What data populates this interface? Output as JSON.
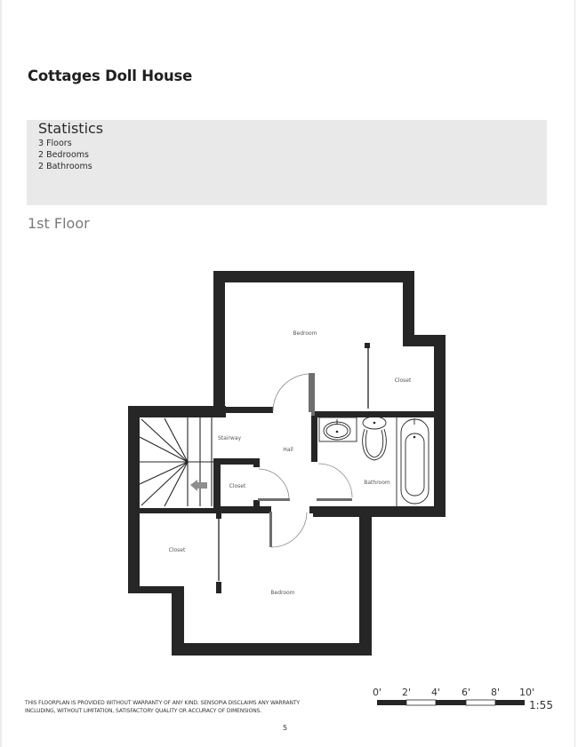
{
  "document": {
    "title": "Cottages Doll House",
    "statistics": {
      "heading": "Statistics",
      "items": [
        "3 Floors",
        "2 Bedrooms",
        "2 Bathrooms"
      ]
    },
    "floor_title": "1st Floor",
    "rooms": {
      "bedroom_upper": "Bedroom",
      "closet_upper_right": "Closet",
      "stairway": "Stairway",
      "hall": "Hall",
      "closet_hall": "Closet",
      "bathroom": "Bathroom",
      "closet_lower_left": "Closet",
      "bedroom_lower": "Bedroom"
    },
    "scale_bar": {
      "labels": [
        "0'",
        "2'",
        "4'",
        "6'",
        "8'",
        "10'"
      ],
      "ratio": "1:55"
    },
    "disclaimer": {
      "line1": "This floorplan is provided without warranty of any kind. Sensopia disclaims any warranty",
      "line2": "including, without limitation, satisfactory quality or accuracy of dimensions."
    },
    "page_number": "5"
  },
  "colors": {
    "wall": "#262626",
    "stats_bg": "#e9e9e9",
    "floor_title": "#7a7a7a",
    "door_leaf": "#6e6e6e"
  }
}
